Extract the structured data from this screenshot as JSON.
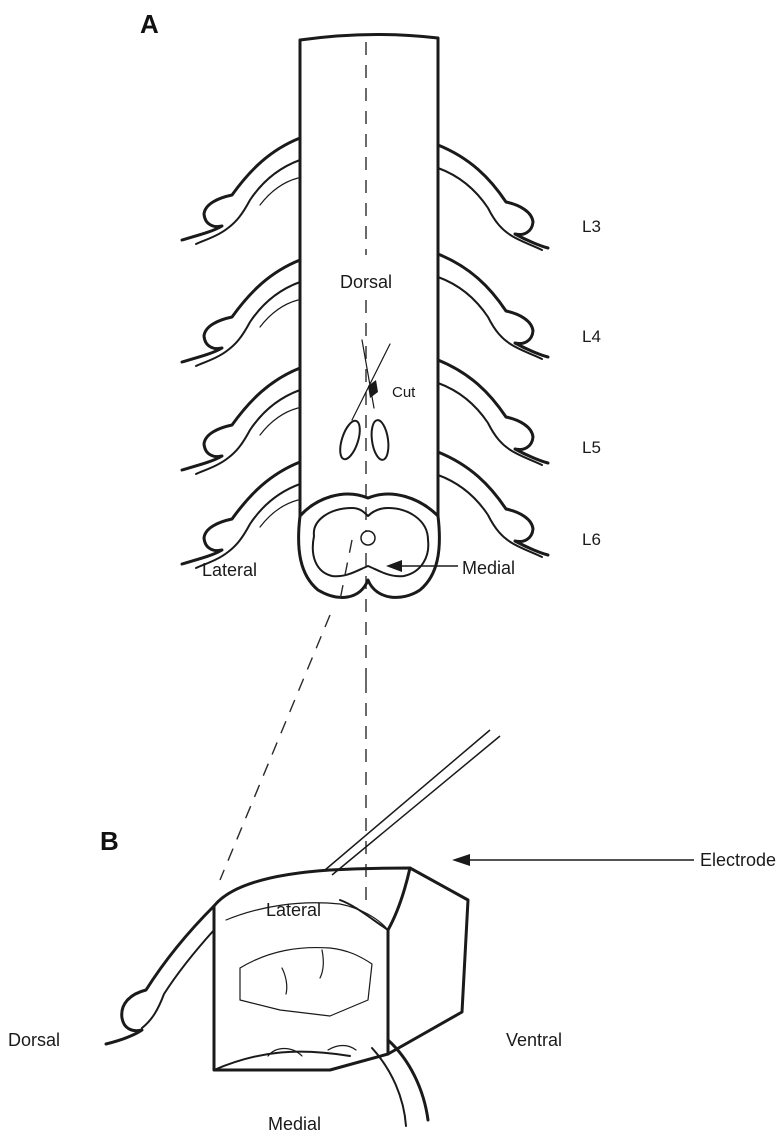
{
  "panels": {
    "a": "A",
    "b": "B"
  },
  "panel_a": {
    "segments": [
      "L3",
      "L4",
      "L5",
      "L6"
    ],
    "top_label": "Dorsal",
    "cut_label": "Cut",
    "left_label": "Lateral",
    "right_label": "Medial"
  },
  "panel_b": {
    "top_label": "Lateral",
    "left_label": "Dorsal",
    "right_label": "Ventral",
    "bottom_label": "Medial",
    "electrode_label": "Electrode"
  },
  "colors": {
    "ink": "#1a1a1a",
    "grey_matter": "#d9d9d9",
    "background": "#ffffff"
  },
  "icons": {
    "scissors": "scissors-icon",
    "arrow": "arrow-left-icon"
  }
}
